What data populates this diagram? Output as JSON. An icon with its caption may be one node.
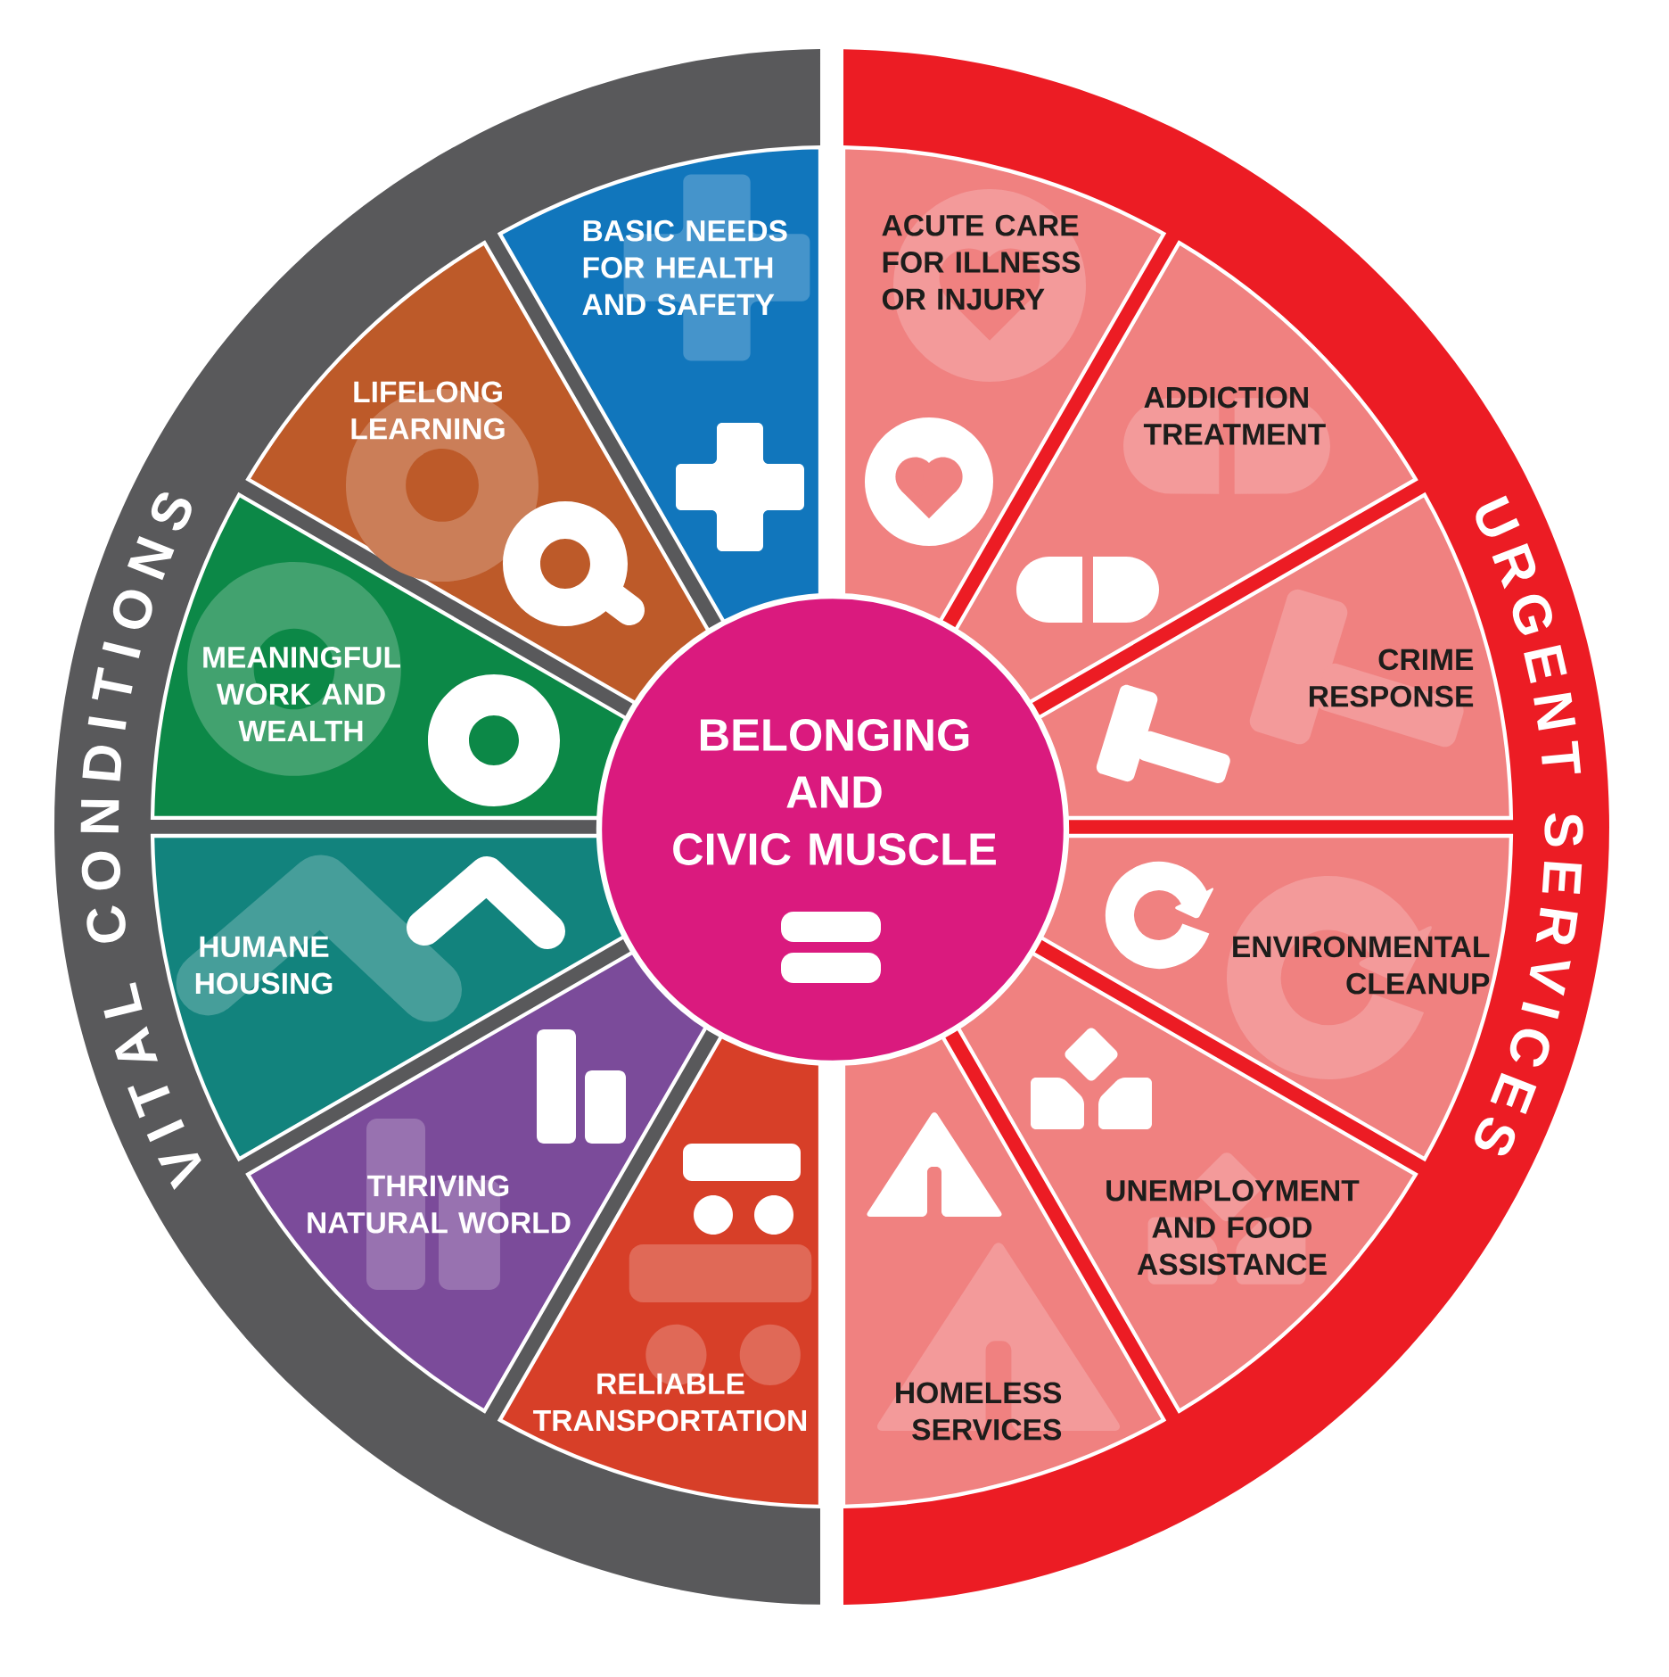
{
  "diagram": {
    "nodes": [
      {
        "text": [
          "VITAL CONDITIONS"
        ]
      },
      {
        "text": [
          "BASIC NEEDS FOR HEALTH AND SAFETY"
        ],
        "in": 0
      },
      {
        "text": [
          "LIFELONG LEARNING"
        ],
        "in": 0
      },
      {
        "text": [
          "MEANINGFUL WORK AND WEALTH"
        ],
        "in": 0
      },
      {
        "text": [
          "HUMANE HOUSING"
        ],
        "in": 0
      },
      {
        "text": [
          "THRIVING NATURAL WORLD"
        ],
        "in": 0
      },
      {
        "text": [
          "RELIABLE TRANSPORTATION"
        ],
        "in": 0
      },
      {
        "text": [
          "URGENT SERVICES"
        ]
      },
      {
        "text": [
          "ACUTE CARE FOR ILLNESS OR INJURY"
        ],
        "in": 7
      },
      {
        "text": [
          "ADDICTION TREATMENT"
        ],
        "in": 7
      },
      {
        "text": [
          "CRIME RESPONSE"
        ],
        "in": 7
      },
      {
        "text": [
          "ENVIRONMENTAL CLEANUP"
        ],
        "in": 7
      },
      {
        "text": [
          "UNEMPLOYMENT AND FOOD ASSISTANCE"
        ],
        "in": 7
      },
      {
        "text": [
          "HOMELESS SERVICES"
        ],
        "in": 7
      },
      {
        "text": [
          "BELONGING AND CIVIC MUSCLE"
        ]
      }
    ]
  }
}
